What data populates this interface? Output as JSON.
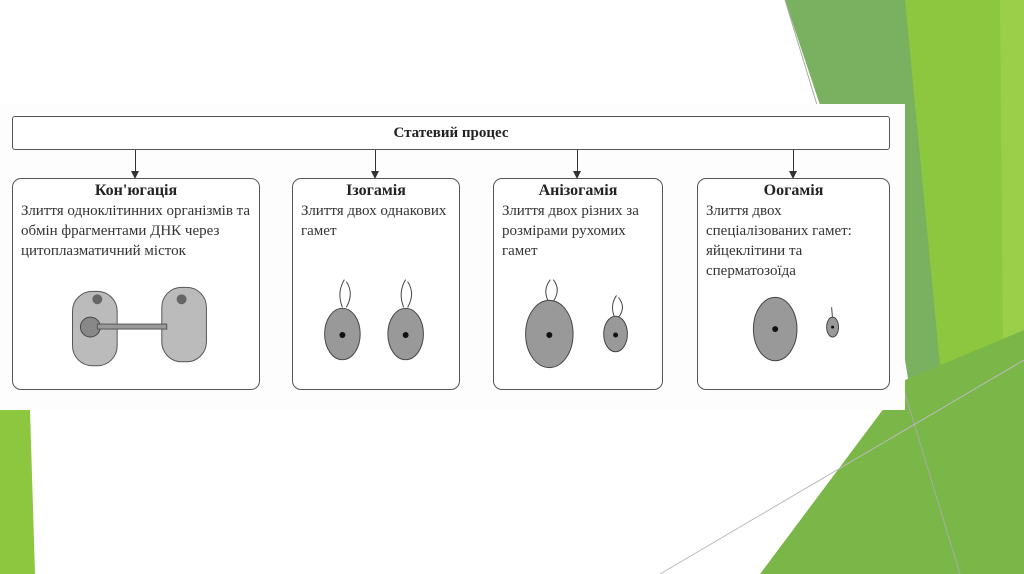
{
  "diagram": {
    "title": "Статевий процес",
    "boxes": [
      {
        "title": "Кон'югація",
        "text": "Злиття одноклітинних організмів та обмін фрагментами ДНК через цитоплазматичний місток"
      },
      {
        "title": "Ізогамія",
        "text": "Злиття двох однакових гамет"
      },
      {
        "title": "Анізогамія",
        "text": "Злиття двох різних за розмірами рухомих гамет"
      },
      {
        "title": "Оогамія",
        "text": "Злиття двох спеціалізованих гамет: яйцеклітини та сперматозоїда"
      }
    ]
  },
  "colors": {
    "green_light": "#8dc63f",
    "green_dark": "#6aa232",
    "green_mid": "#5e9a3a"
  }
}
